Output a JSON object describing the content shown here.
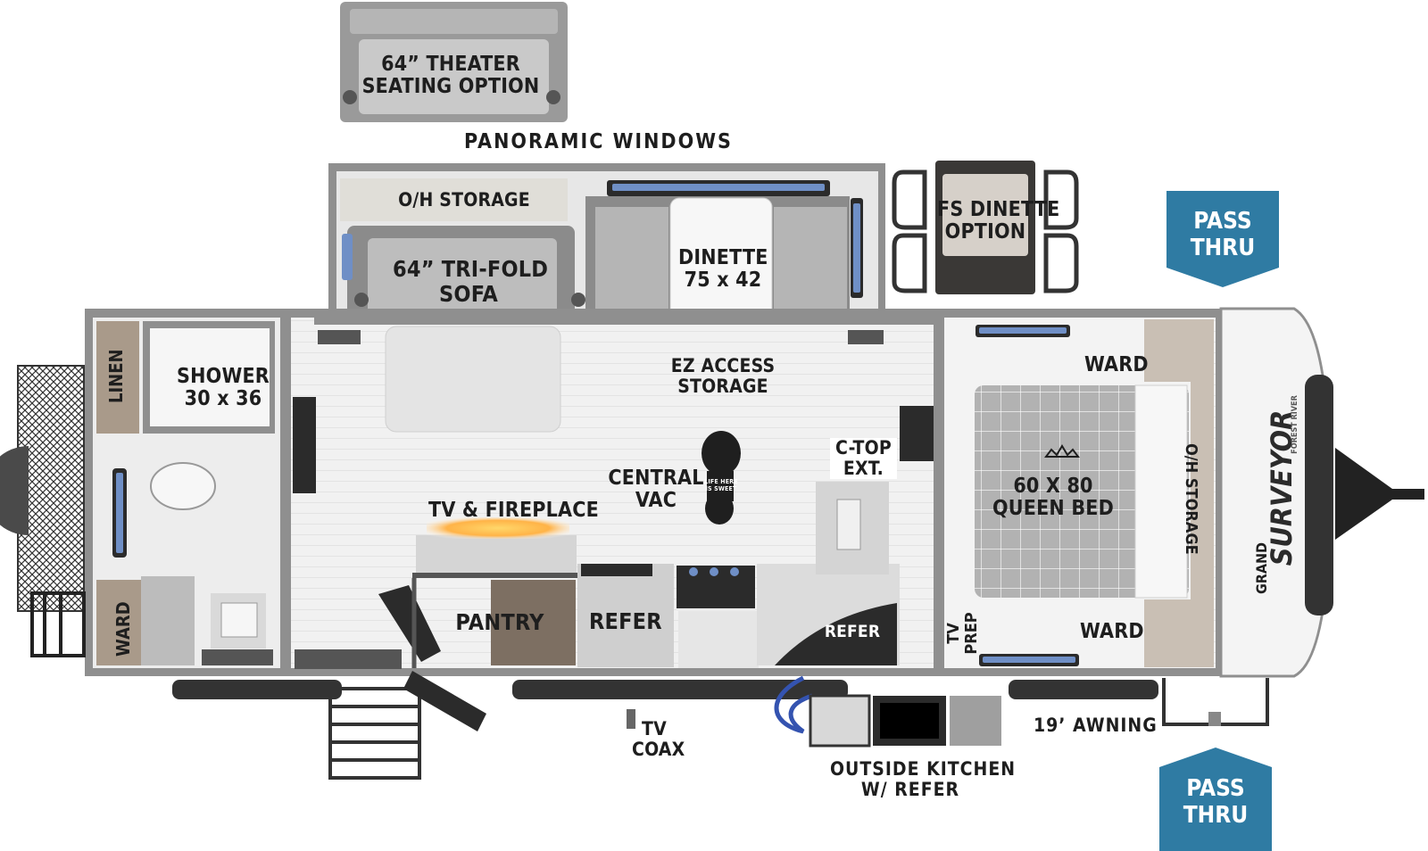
{
  "labels": {
    "theater": [
      "64” THEATER",
      "SEATING OPTION"
    ],
    "panoramic": "PANORAMIC WINDOWS",
    "oh_storage_slide": "O/H STORAGE",
    "sofa": [
      "64” TRI-FOLD",
      "SOFA"
    ],
    "dinette": [
      "DINETTE",
      "75 x 42"
    ],
    "fs_dinette": [
      "FS DINETTE",
      "OPTION"
    ],
    "ez_access": [
      "EZ ACCESS",
      "STORAGE"
    ],
    "shower": [
      "SHOWER",
      "30 x 36"
    ],
    "linen": "LINEN",
    "ward_rear": "WARD",
    "tv_fireplace": "TV & FIREPLACE",
    "central_vac": [
      "CENTRAL",
      "VAC"
    ],
    "ctop": [
      "C-TOP",
      "EXT."
    ],
    "pantry": "PANTRY",
    "refer_main": "REFER",
    "refer_small": "REFER",
    "ward_top": "WARD",
    "ward_bottom": "WARD",
    "queen_bed": [
      "60 X 80",
      "QUEEN BED"
    ],
    "oh_storage_bed": "O/H STORAGE",
    "tv_prep": [
      "TV",
      "PREP"
    ],
    "tv_coax": [
      "TV",
      "COAX"
    ],
    "outside_kitchen": [
      "OUTSIDE KITCHEN",
      "W/ REFER"
    ],
    "awning": "19’ AWNING",
    "pass_thru_top": [
      "PASS",
      "THRU"
    ],
    "pass_thru_bottom": [
      "PASS",
      "THRU"
    ],
    "brand_small": "GRAND",
    "brand_large": "SURVEYOR",
    "brand_sub": "FOREST RIVER",
    "boot_text": [
      "LIFE HERE",
      "IS SWEET"
    ]
  },
  "colors": {
    "wall": "#8f8f8f",
    "floor": "#f1f1f1",
    "plank": "#e2e2e2",
    "cabinet": "#b9b9b9",
    "wood": "#a99a8a",
    "sofa": "#8c8c8c",
    "bed_grid": "#a9a9a9",
    "pass_thru": "#2f7ba3",
    "window": "#6f8fc6",
    "dark": "#2b2b2b",
    "hose": "#3453b0"
  }
}
